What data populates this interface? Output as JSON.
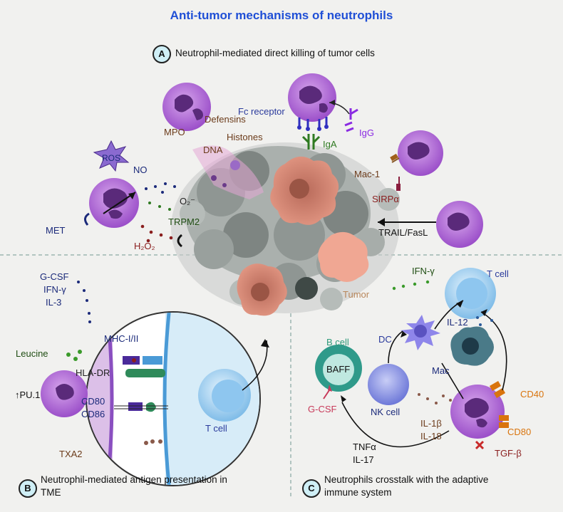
{
  "title": "Anti-tumor mechanisms of neutrophils",
  "section_a": {
    "badge": "A",
    "heading": "Neutrophil-mediated direct killing of tumor cells"
  },
  "section_b": {
    "badge": "B",
    "heading_line1": "Neutrophil-mediated antigen presentation in",
    "heading_line2": "TME"
  },
  "section_c": {
    "badge": "C",
    "heading_line1": "Neutrophils crosstalk with the adaptive",
    "heading_line2": "immune system"
  },
  "labels_a": {
    "fc_receptor": "Fc receptor",
    "igg": "IgG",
    "iga": "IgA",
    "defensins": "Defensins",
    "mpo": "MPO",
    "histones": "Histones",
    "dna": "DNA",
    "ros": "ROS",
    "no": "NO",
    "o2": "O₂⁻",
    "met": "MET",
    "trpm2": "TRPM2",
    "h2o2": "H₂O₂",
    "mac1": "Mac-1",
    "sirpa": "SIRPα",
    "trail": "TRAIL/FasL",
    "tumor": "Tumor"
  },
  "labels_b": {
    "gcsf": "G-CSF",
    "ifng": "IFN-γ",
    "il3": "IL-3",
    "mhc": "MHC-I/II",
    "leucine": "Leucine",
    "hladr": "HLA-DR",
    "pu1": "↑PU.1",
    "cd80": "CD80",
    "cd86": "CD86",
    "tcell": "T cell",
    "txa2": "TXA2"
  },
  "labels_c": {
    "ifng": "IFN-γ",
    "tcell": "T cell",
    "il12": "IL-12",
    "dc": "DC",
    "mac": "Mac",
    "bcell": "B cell",
    "baff": "BAFF",
    "gcsf": "G-CSF",
    "nkcell": "NK cell",
    "il1b": "IL-1β",
    "il18": "IL-18",
    "cd40": "CD40",
    "cd80": "CD80",
    "tnfa": "TNFα",
    "il17": "IL-17",
    "tgfb": "TGF-β"
  },
  "colors": {
    "title": "#1f4fd6",
    "neutrophil": "#a35ad0",
    "nucleus": "#5a2a7a",
    "tumor_gray": "#8f9693",
    "tumor_salmon": "#e08a78",
    "tcell": "#9fd0f2"
  }
}
